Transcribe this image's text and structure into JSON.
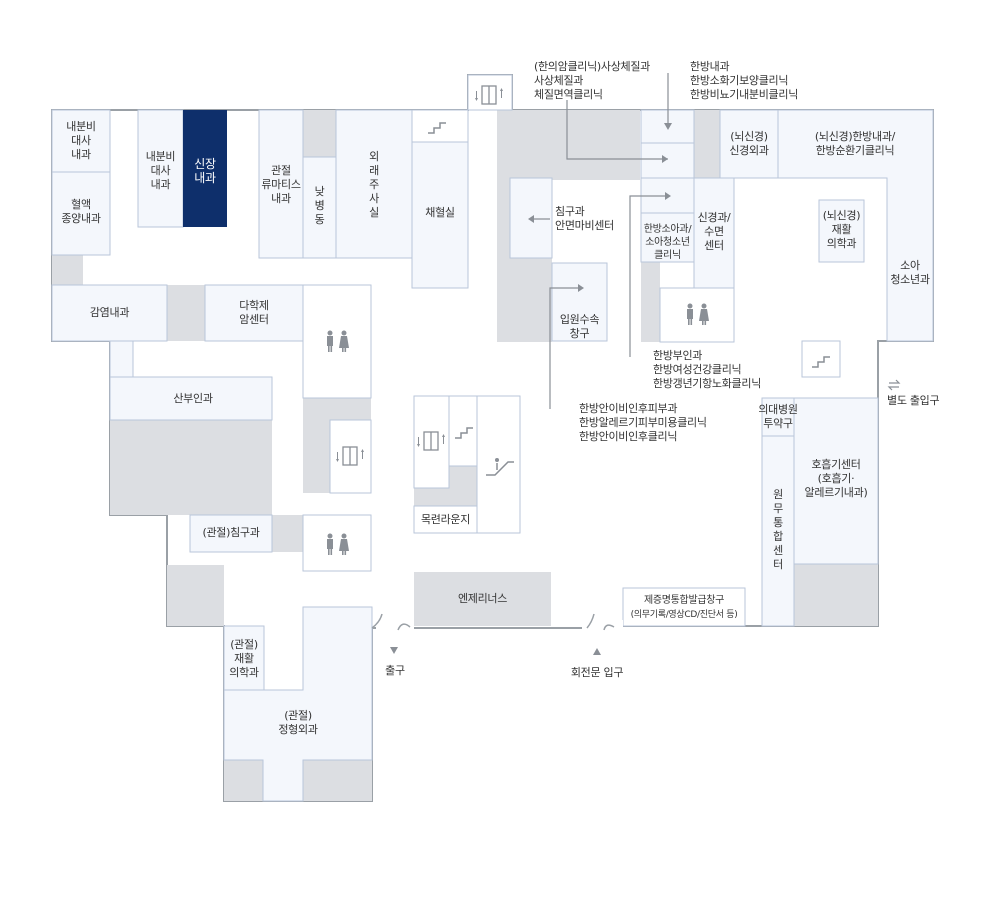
{
  "colors": {
    "wall": "#9aa0a6",
    "room": "#f4f7fc",
    "room_border": "#b9c6da",
    "gray_block": "#dcdee2",
    "highlight": "#0e2f6b",
    "text": "#333333"
  },
  "rooms": {
    "endocrine_top": "내분비\n대사\n내과",
    "hemato_oncology": "혈액\n종양내과",
    "endocrine_2": "내분비\n대사\n내과",
    "nephrology": "신장\n내과",
    "rheumatology": "관절\n류마티스\n내과",
    "day_ward": "낮\n병\n동",
    "outpatient_injection": "외\n래\n주\n사\n실",
    "blood_collection": "채혈실",
    "infectious": "감염내과",
    "multidisciplinary_cancer": "다학제\n암센터",
    "obgyn": "산부인과",
    "joint_acupuncture": "(관절)침구과",
    "joint_rehab": "(관절)\n재활\n의학과",
    "joint_ortho": "(관절)\n정형외과",
    "lounge": "목련라운지",
    "angel_lenus": "엔제리너스",
    "cert_window": "제증명통합발급창구",
    "cert_window_sub": "(의무기록/영상CD/진단서 등)",
    "brain_neurosurgery": "(뇌신경)\n신경외과",
    "brain_oriental": "(뇌신경)한방내과/\n한방순환기클리닉",
    "brain_rehab": "(뇌신경)\n재활\n의학과",
    "pediatrics": "소아\n청소년과",
    "acupuncture_face": "침구과\n안면마비센터",
    "oriental_peds": "한방소아과/\n소아청소년\n클리닉",
    "neuro_sleep": "신경과/\n수면\n센터",
    "admission_window": "입원수속\n창구",
    "pharmacy": "의대병원\n투약구",
    "respiratory": "호흡기센터\n(호흡기·\n알레르기내과)",
    "wonmu": "원\n무\n통\n합\n센\n터"
  },
  "callouts": {
    "sasang": "(한의암클리닉)사상체질과\n사상체질과\n체질면역클리닉",
    "oriental_internal": "한방내과\n한방소화기보양클리닉\n한방비뇨기내분비클리닉",
    "oriental_gyn": "한방부인과\n한방여성건강클리닉\n한방갱년기항노화클리닉",
    "oriental_ent": "한방안이비인후피부과\n한방알레르기피부미용클리닉\n한방안이비인후클리닉"
  },
  "exits": {
    "separate_entrance": "별도 출입구",
    "exit": "출구",
    "revolving_door": "회전문 입구"
  },
  "icons": [
    "elevator-icon",
    "stairs-icon",
    "restroom-icon",
    "escalator-icon",
    "arrow-icon",
    "exchange-arrows-icon"
  ]
}
